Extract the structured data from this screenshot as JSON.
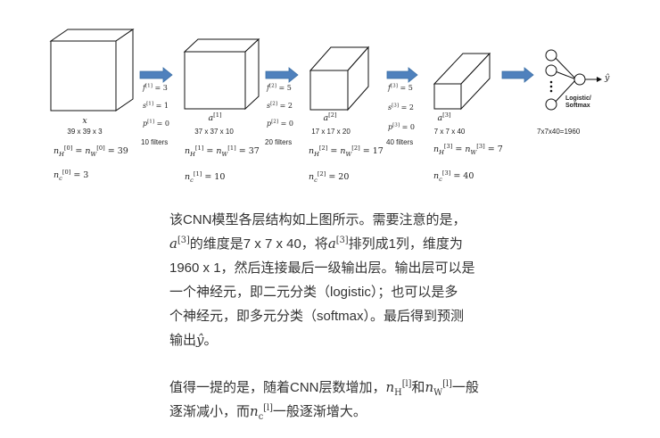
{
  "diagram": {
    "layers": [
      {
        "name": "x",
        "dims": "39 x 39 x 3",
        "nh": "n",
        "nh_sup": "[0]",
        "nh_sub": "H",
        "nw_sup": "[0]",
        "nw_sub": "W",
        "nh_val": "= 39",
        "nc_sup": "[0]",
        "nc_val": "= 3"
      },
      {
        "name": "a",
        "name_sup": "[1]",
        "dims": "37 x 37 x 10",
        "nh_sup": "[1]",
        "nw_sup": "[1]",
        "nh_val": "= 37",
        "nc_sup": "[1]",
        "nc_val": "= 10"
      },
      {
        "name": "a",
        "name_sup": "[2]",
        "dims": "17 x 17 x 20",
        "nh_sup": "[2]",
        "nw_sup": "[2]",
        "nh_val": "= 17",
        "nc_sup": "[2]",
        "nc_val": "= 20"
      },
      {
        "name": "a",
        "name_sup": "[3]",
        "dims": "7 x 7 x 40",
        "nh_sup": "[3]",
        "nw_sup": "[3]",
        "nh_val": "= 7",
        "nc_sup": "[3]",
        "nc_val": "= 40"
      }
    ],
    "transitions": [
      {
        "f_sup": "[1]",
        "f_val": "= 3",
        "s_sup": "[1]",
        "s_val": "= 1",
        "p_sup": "[1]",
        "p_val": "= 0",
        "filters": "10 filters"
      },
      {
        "f_sup": "[2]",
        "f_val": "= 5",
        "s_sup": "[2]",
        "s_val": "= 2",
        "p_sup": "[2]",
        "p_val": "= 0",
        "filters": "20 filters"
      },
      {
        "f_sup": "[3]",
        "f_val": "= 5",
        "s_sup": "[3]",
        "s_val": "= 2",
        "p_sup": "[3]",
        "p_val": "= 0",
        "filters": "40 filters"
      }
    ],
    "output": {
      "neuron_label_line1": "Logistic/",
      "neuron_label_line2": "Softmax",
      "flatten_label": "7x7x40=1960",
      "yhat": "ŷ"
    }
  },
  "paragraph1": {
    "line1": "该CNN模型各层结构如上图所示。需要注意的是，",
    "line2_a": "a",
    "line2_sup": "[3]",
    "line2_b": "的维度是7 x 7 x 40，将",
    "line2_c": "a",
    "line2_sup2": "[3]",
    "line2_d": "排列成1列，维度为",
    "line3": "1960 x 1，然后连接最后一级输出层。输出层可以是",
    "line4": "一个神经元，即二元分类（logistic）；也可以是多",
    "line5": "个神经元，即多元分类（softmax）。最后得到预测",
    "line6_a": "输出",
    "line6_y": "ŷ",
    "line6_b": "。"
  },
  "paragraph2": {
    "line1_a": "值得一提的是，随着CNN层数增加，",
    "nh": "n",
    "nh_sup": "[l]",
    "nh_sub": "H",
    "and": "和",
    "nw": "n",
    "nw_sup": "[l]",
    "nw_sub": "W",
    "line1_b": "一般",
    "line2_a": "逐渐减小，而",
    "nc": "n",
    "nc_sup": "[l]",
    "nc_sub": "c",
    "line2_b": "一般逐渐增大。"
  },
  "colors": {
    "arrow": "#4f81bd",
    "line": "#111111"
  }
}
